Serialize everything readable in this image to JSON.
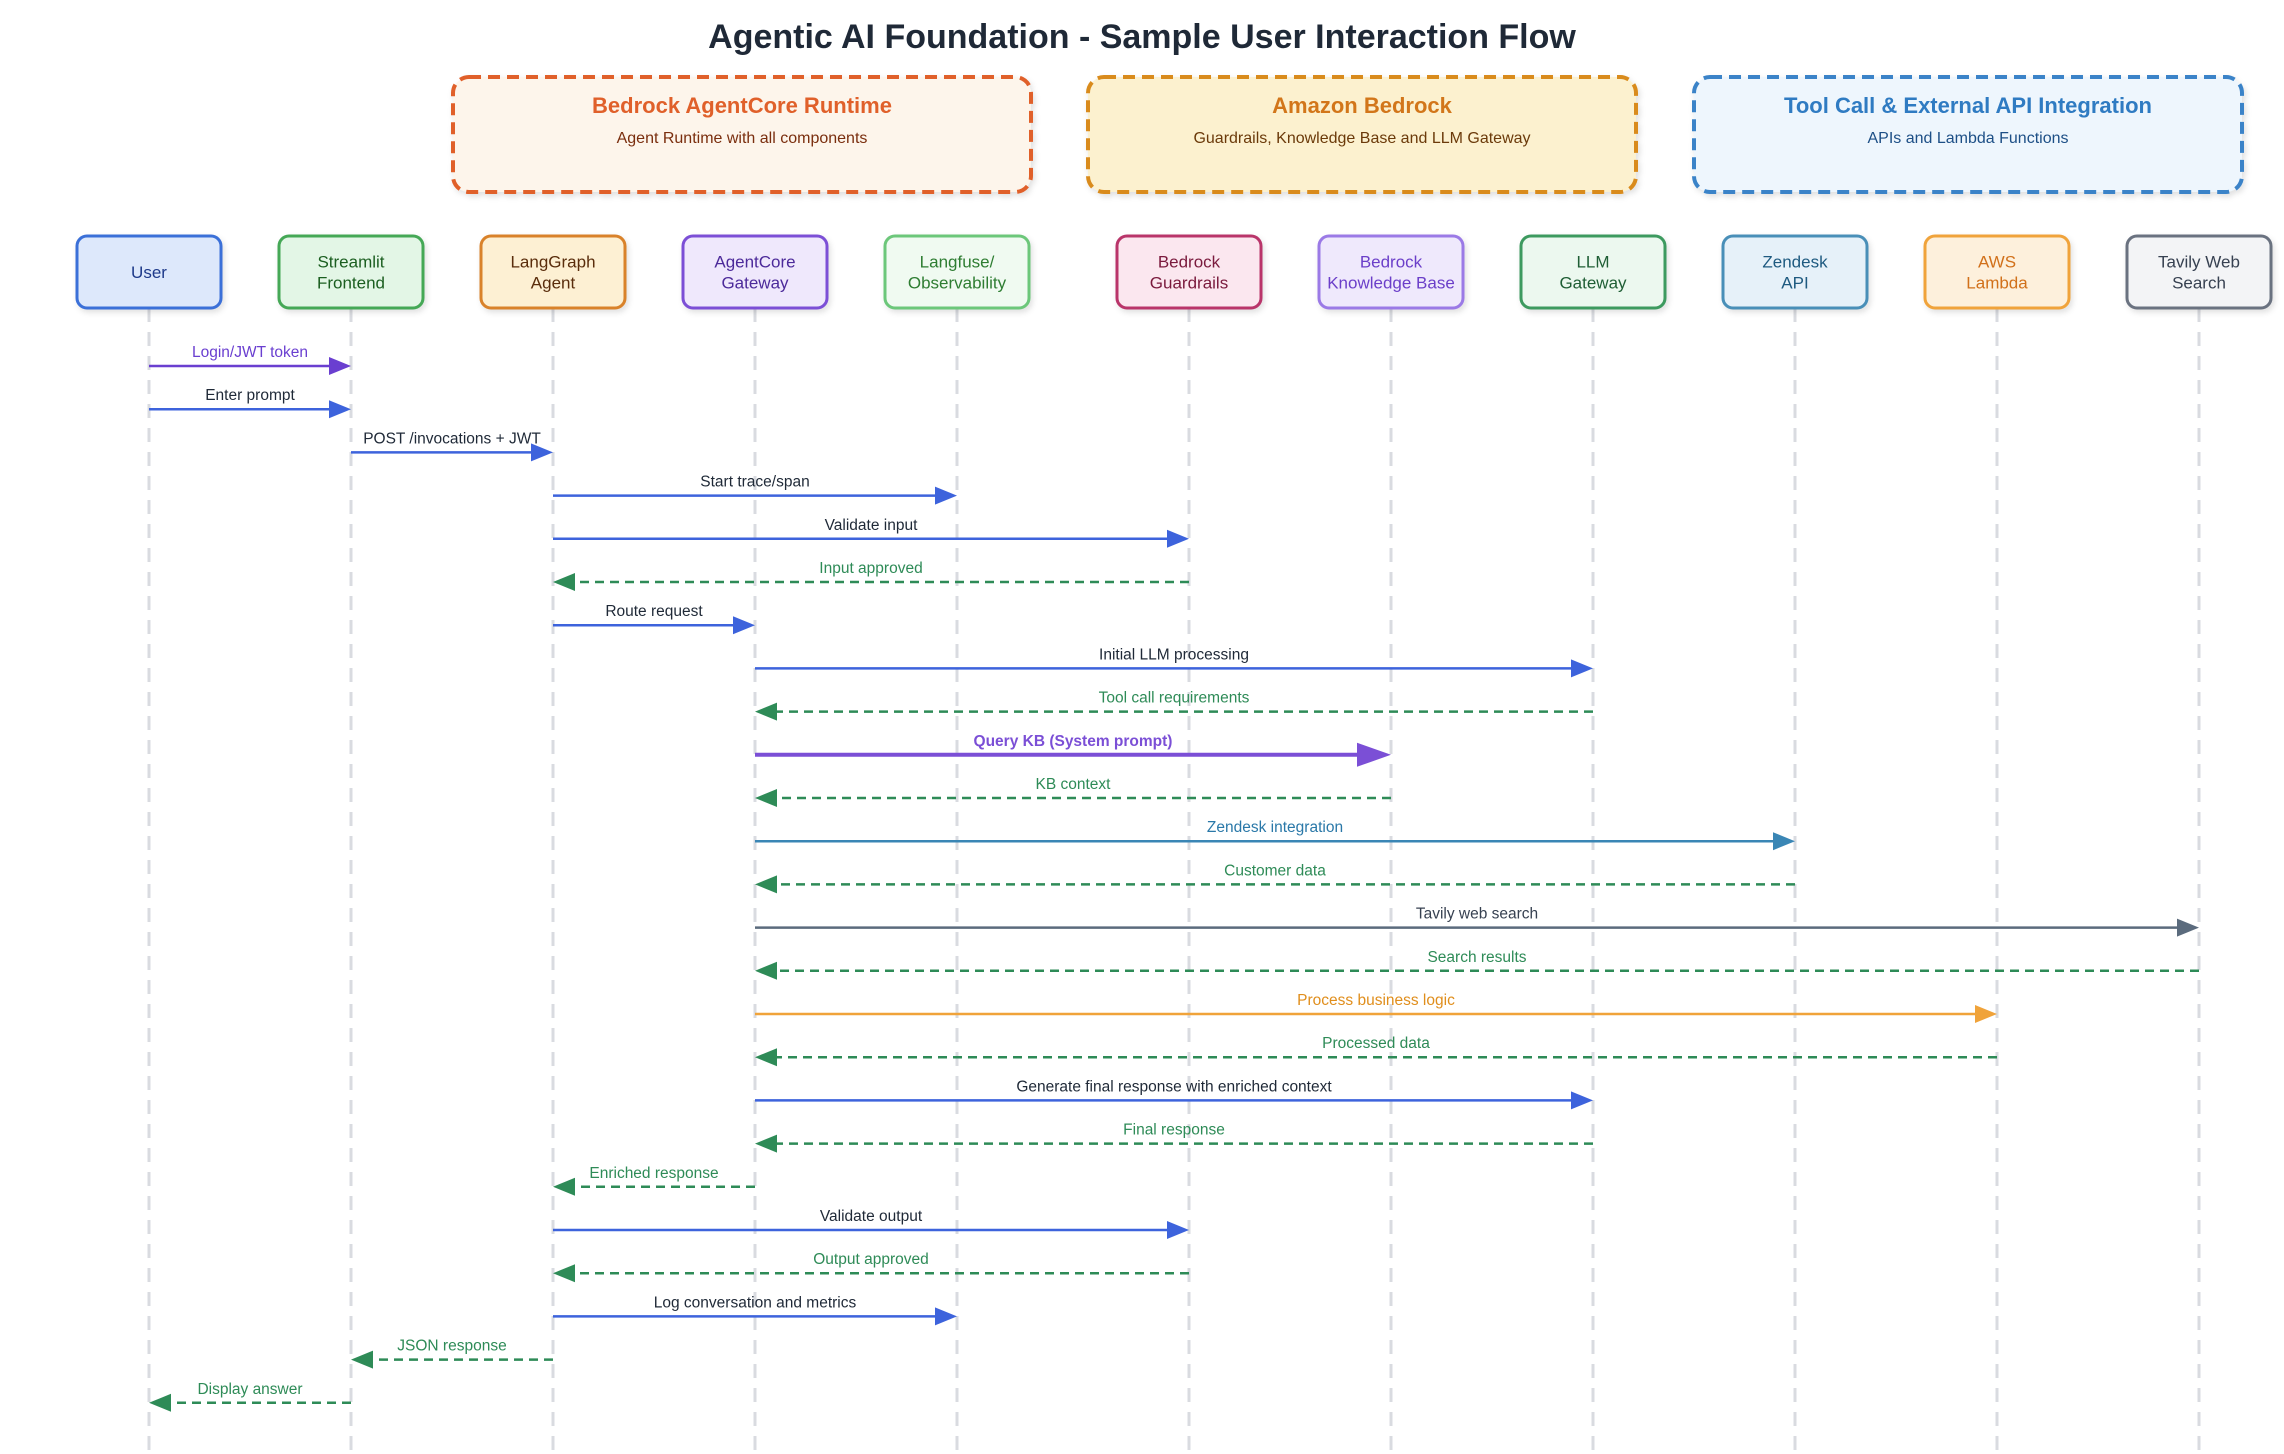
{
  "title": "Agentic AI Foundation - Sample User Interaction Flow",
  "groups": [
    {
      "title": "Bedrock AgentCore Runtime",
      "subtitle": "Agent Runtime with all components",
      "border": "#e0602a",
      "fill": "#fdf5eb",
      "title_color": "#e0602a",
      "sub_color": "#7a2e0e"
    },
    {
      "title": "Amazon Bedrock",
      "subtitle": "Guardrails, Knowledge Base and LLM Gateway",
      "border": "#d98b1c",
      "fill": "#fcf1cf",
      "title_color": "#d2761a",
      "sub_color": "#6b3a0a"
    },
    {
      "title": "Tool Call & External API Integration",
      "subtitle": "APIs and Lambda Functions",
      "border": "#3b83c8",
      "fill": "#eef6fd",
      "title_color": "#2f7bc2",
      "sub_color": "#1d4f86"
    }
  ],
  "actors": [
    {
      "id": "user",
      "lines": [
        "User"
      ],
      "border": "#3b6fd8",
      "fill": "#dde8fb",
      "text": "#1e3a8a"
    },
    {
      "id": "streamlit",
      "lines": [
        "Streamlit",
        "Frontend"
      ],
      "border": "#45a857",
      "fill": "#e3f6e6",
      "text": "#1b5e20"
    },
    {
      "id": "langgraph",
      "lines": [
        "LangGraph",
        "Agent"
      ],
      "border": "#d9822b",
      "fill": "#fdf0d3",
      "text": "#5a2d0c"
    },
    {
      "id": "gateway",
      "lines": [
        "AgentCore",
        "Gateway"
      ],
      "border": "#7b4fd6",
      "fill": "#efe8fc",
      "text": "#4c2a9a"
    },
    {
      "id": "langfuse",
      "lines": [
        "Langfuse/",
        "Observability"
      ],
      "border": "#6cc77a",
      "fill": "#f0faf1",
      "text": "#2e7d32"
    },
    {
      "id": "guardrails",
      "lines": [
        "Bedrock",
        "Guardrails"
      ],
      "border": "#b9356b",
      "fill": "#fbe7ef",
      "text": "#7a1a3d"
    },
    {
      "id": "kb",
      "lines": [
        "Bedrock",
        "Knowledge Base"
      ],
      "border": "#9b7ae6",
      "fill": "#efe9fc",
      "text": "#6b3fc9"
    },
    {
      "id": "llm",
      "lines": [
        "LLM",
        "Gateway"
      ],
      "border": "#3c9a5f",
      "fill": "#ecf8ef",
      "text": "#1f5e35"
    },
    {
      "id": "zendesk",
      "lines": [
        "Zendesk",
        "API"
      ],
      "border": "#4a8fb8",
      "fill": "#e6f1f9",
      "text": "#1e5a80"
    },
    {
      "id": "lambda",
      "lines": [
        "AWS",
        "Lambda"
      ],
      "border": "#f0a33a",
      "fill": "#fdf0dc",
      "text": "#d1701a"
    },
    {
      "id": "tavily",
      "lines": [
        "Tavily Web",
        "Search"
      ],
      "border": "#6b7280",
      "fill": "#f3f4f6",
      "text": "#374151"
    }
  ],
  "messages": [
    {
      "from": "user",
      "to": "streamlit",
      "label": "Login/JWT token",
      "kind": "request",
      "line": "#6a3fd0",
      "text": "#6a3fd0"
    },
    {
      "from": "user",
      "to": "streamlit",
      "label": "Enter prompt",
      "kind": "request",
      "line": "#3d63dc",
      "text": "#1f2937"
    },
    {
      "from": "streamlit",
      "to": "langgraph",
      "label": "POST /invocations + JWT",
      "kind": "request",
      "line": "#3d63dc",
      "text": "#1f2937"
    },
    {
      "from": "langgraph",
      "to": "langfuse",
      "label": "Start trace/span",
      "kind": "request",
      "line": "#3d63dc",
      "text": "#1f2937"
    },
    {
      "from": "langgraph",
      "to": "guardrails",
      "label": "Validate input",
      "kind": "request",
      "line": "#3d63dc",
      "text": "#1f2937"
    },
    {
      "from": "guardrails",
      "to": "langgraph",
      "label": "Input approved",
      "kind": "response",
      "line": "#2e8b57",
      "text": "#2e8b57"
    },
    {
      "from": "langgraph",
      "to": "gateway",
      "label": "Route request",
      "kind": "request",
      "line": "#3d63dc",
      "text": "#1f2937"
    },
    {
      "from": "gateway",
      "to": "llm",
      "label": "Initial LLM processing",
      "kind": "request",
      "line": "#3d63dc",
      "text": "#1f2937"
    },
    {
      "from": "llm",
      "to": "gateway",
      "label": "Tool call requirements",
      "kind": "response",
      "line": "#2e8b57",
      "text": "#2e8b57"
    },
    {
      "from": "gateway",
      "to": "kb",
      "label": "Query KB (System prompt)",
      "kind": "emphasis",
      "line": "#7b4fd6",
      "text": "#7b4fd6"
    },
    {
      "from": "kb",
      "to": "gateway",
      "label": "KB context",
      "kind": "response",
      "line": "#2e8b57",
      "text": "#2e8b57"
    },
    {
      "from": "gateway",
      "to": "zendesk",
      "label": "Zendesk integration",
      "kind": "request",
      "line": "#3a86b5",
      "text": "#2a78a8"
    },
    {
      "from": "zendesk",
      "to": "gateway",
      "label": "Customer data",
      "kind": "response",
      "line": "#2e8b57",
      "text": "#2e8b57"
    },
    {
      "from": "gateway",
      "to": "tavily",
      "label": "Tavily web search",
      "kind": "request",
      "line": "#5b6b7d",
      "text": "#374151"
    },
    {
      "from": "tavily",
      "to": "gateway",
      "label": "Search results",
      "kind": "response",
      "line": "#2e8b57",
      "text": "#2e8b57"
    },
    {
      "from": "gateway",
      "to": "lambda",
      "label": "Process business logic",
      "kind": "request",
      "line": "#f0a33a",
      "text": "#e08e1c"
    },
    {
      "from": "lambda",
      "to": "gateway",
      "label": "Processed data",
      "kind": "response",
      "line": "#2e8b57",
      "text": "#2e8b57"
    },
    {
      "from": "gateway",
      "to": "llm",
      "label": "Generate final response with enriched context",
      "kind": "request",
      "line": "#3d63dc",
      "text": "#1f2937"
    },
    {
      "from": "llm",
      "to": "gateway",
      "label": "Final response",
      "kind": "response",
      "line": "#2e8b57",
      "text": "#2e8b57"
    },
    {
      "from": "gateway",
      "to": "langgraph",
      "label": "Enriched response",
      "kind": "response",
      "line": "#2e8b57",
      "text": "#2e8b57"
    },
    {
      "from": "langgraph",
      "to": "guardrails",
      "label": "Validate output",
      "kind": "request",
      "line": "#3d63dc",
      "text": "#1f2937"
    },
    {
      "from": "guardrails",
      "to": "langgraph",
      "label": "Output approved",
      "kind": "response",
      "line": "#2e8b57",
      "text": "#2e8b57"
    },
    {
      "from": "langgraph",
      "to": "langfuse",
      "label": "Log conversation and metrics",
      "kind": "request",
      "line": "#3d63dc",
      "text": "#1f2937"
    },
    {
      "from": "langgraph",
      "to": "streamlit",
      "label": "JSON response",
      "kind": "response",
      "line": "#2e8b57",
      "text": "#2e8b57"
    },
    {
      "from": "streamlit",
      "to": "user",
      "label": "Display answer",
      "kind": "response",
      "line": "#2e8b57",
      "text": "#2e8b57"
    }
  ]
}
